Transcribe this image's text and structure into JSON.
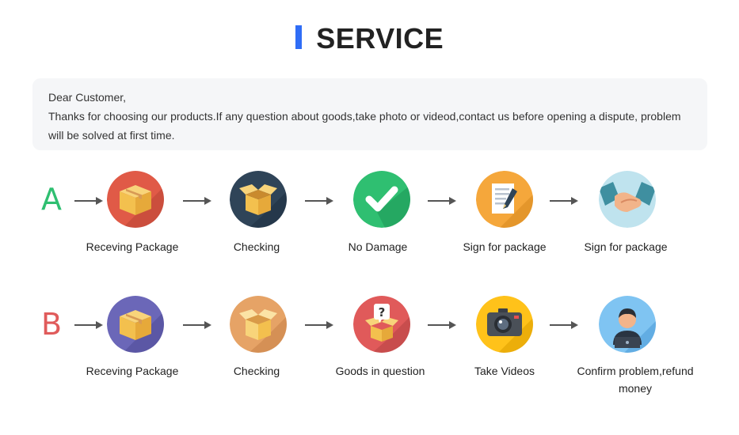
{
  "header": {
    "title": "SERVICE"
  },
  "notice": {
    "greeting": "Dear Customer,",
    "message": "Thanks for choosing our products.If any question about goods,take photo or videod,contact us before opening a dispute, problem will be solved at first time."
  },
  "row_a": {
    "letter": "A",
    "steps": [
      {
        "label": "Receving Package",
        "icon": "package-icon"
      },
      {
        "label": "Checking",
        "icon": "open-box-icon"
      },
      {
        "label": "No Damage",
        "icon": "checkmark-icon"
      },
      {
        "label": "Sign for package",
        "icon": "document-sign-icon"
      },
      {
        "label": "Sign for package",
        "icon": "handshake-icon"
      }
    ]
  },
  "row_b": {
    "letter": "B",
    "steps": [
      {
        "label": "Receving Package",
        "icon": "package-icon"
      },
      {
        "label": "Checking",
        "icon": "open-box-icon"
      },
      {
        "label": "Goods in question",
        "icon": "question-box-icon"
      },
      {
        "label": "Take Videos",
        "icon": "camera-icon"
      },
      {
        "label": "Confirm problem,refund money",
        "icon": "support-agent-icon"
      }
    ]
  },
  "colors": {
    "accent": "#2f6df6",
    "letter_a": "#2fbf71",
    "letter_b": "#e05b5b"
  }
}
